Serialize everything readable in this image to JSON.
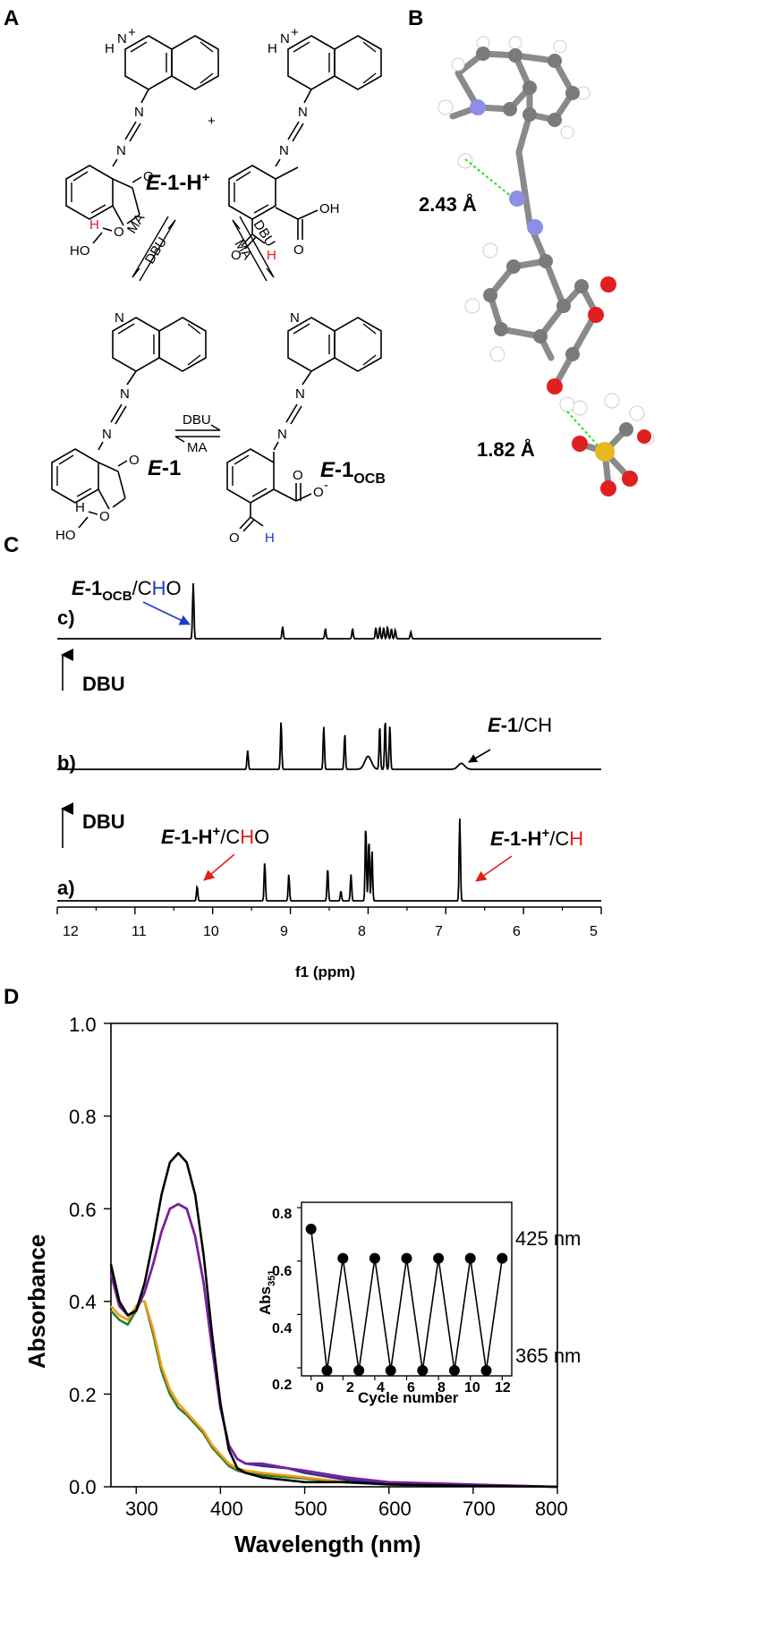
{
  "panels": {
    "A": "A",
    "B": "B",
    "C": "C",
    "D": "D"
  },
  "scheme": {
    "plus": "+",
    "compounds": {
      "eh_pre": "E",
      "eh_num": "-1-H",
      "eh_sup": "+",
      "e1_pre": "E",
      "e1_num": "-1",
      "ocb_pre": "E",
      "ocb_num": "-1",
      "ocb_sub": "OCB"
    },
    "atoms": {
      "H_N": "H",
      "N_plus": "N",
      "plus_sign": "+",
      "N": "N",
      "O": "O",
      "OH": "OH",
      "HO": "HO",
      "H": "H",
      "O_minus": "O",
      "minus": "-"
    },
    "arrows": {
      "left_top": "MA",
      "left_bottom": "DBU",
      "right_top": "DBU",
      "right_bottom": "MA",
      "mid_top": "DBU",
      "mid_bottom": "MA"
    }
  },
  "crystal": {
    "dist_top": "2.43 Å",
    "dist_bottom": "1.82 Å"
  },
  "nmr": {
    "xlabel": "f1 (ppm)",
    "ticks": [
      "12",
      "11",
      "10",
      "9",
      "8",
      "7",
      "6",
      "5"
    ],
    "traces": {
      "c": "c)",
      "b": "b)",
      "a": "a)"
    },
    "steps": {
      "upper": "DBU",
      "lower": "DBU"
    },
    "annotations": {
      "c_pre": "E",
      "c_num": "-1",
      "c_sub": "OCB",
      "c_slash": "/C",
      "c_H": "H",
      "c_O": "O",
      "b_pre": "E",
      "b_num": "-1",
      "b_rest": "/CH",
      "a1_pre": "E",
      "a1_num": "-1-H",
      "a1_sup": "+",
      "a1_slash": "/C",
      "a1_H": "H",
      "a1_O": "O",
      "a2_pre": "E",
      "a2_num": "-1-H",
      "a2_sup": "+",
      "a2_slash": "/C",
      "a2_H": "H"
    },
    "colors": {
      "blue": "#1a3cc8",
      "red": "#e0201c"
    },
    "chart_data": {
      "type": "line",
      "xlabel": "f1 (ppm)",
      "xlim": [
        12,
        5
      ],
      "x_reversed": true,
      "series": [
        {
          "name": "c)",
          "peaks": [
            [
              10.25,
              1.0
            ],
            [
              9.1,
              0.22
            ],
            [
              8.55,
              0.18
            ],
            [
              8.2,
              0.18
            ],
            [
              7.9,
              0.2
            ],
            [
              7.85,
              0.21
            ],
            [
              7.8,
              0.2
            ],
            [
              7.75,
              0.22
            ],
            [
              7.7,
              0.18
            ],
            [
              7.65,
              0.16
            ],
            [
              7.45,
              0.12
            ]
          ]
        },
        {
          "name": "b)",
          "peaks": [
            [
              9.55,
              0.32
            ],
            [
              9.12,
              0.82
            ],
            [
              8.57,
              0.72
            ],
            [
              8.3,
              0.6
            ],
            [
              8.0,
              0.22
            ],
            [
              7.85,
              0.75
            ],
            [
              7.78,
              0.85
            ],
            [
              7.72,
              0.75
            ],
            [
              6.8,
              0.1
            ]
          ]
        },
        {
          "name": "a)",
          "peaks": [
            [
              10.2,
              0.18
            ],
            [
              9.33,
              0.47
            ],
            [
              9.02,
              0.32
            ],
            [
              8.52,
              0.4
            ],
            [
              8.35,
              0.12
            ],
            [
              8.22,
              0.32
            ],
            [
              8.03,
              0.92
            ],
            [
              7.99,
              0.75
            ],
            [
              7.95,
              0.62
            ],
            [
              6.82,
              1.0
            ]
          ]
        }
      ]
    }
  },
  "uv": {
    "xlabel": "Wavelength (nm)",
    "ylabel": "Absorbance",
    "xticks": [
      "300",
      "400",
      "500",
      "600",
      "700",
      "800"
    ],
    "yticks": [
      "0.0",
      "0.2",
      "0.4",
      "0.6",
      "0.8",
      "1.0"
    ],
    "chart_data": {
      "type": "line",
      "xlabel": "Wavelength (nm)",
      "ylabel": "Absorbance",
      "xlim": [
        270,
        800
      ],
      "ylim": [
        0,
        1.0
      ],
      "series": [
        {
          "color": "#000000",
          "x": [
            270,
            280,
            290,
            300,
            310,
            320,
            330,
            340,
            350,
            360,
            370,
            380,
            390,
            400,
            410,
            420,
            430,
            450,
            500,
            550,
            600,
            700,
            800
          ],
          "y": [
            0.48,
            0.4,
            0.37,
            0.38,
            0.44,
            0.53,
            0.63,
            0.7,
            0.72,
            0.7,
            0.63,
            0.5,
            0.33,
            0.18,
            0.08,
            0.04,
            0.03,
            0.02,
            0.01,
            0.01,
            0.005,
            0.002,
            0.0
          ]
        },
        {
          "color": "#7b1fa2",
          "x": [
            270,
            280,
            290,
            300,
            310,
            320,
            330,
            340,
            350,
            360,
            370,
            380,
            390,
            400,
            410,
            420,
            430,
            450,
            480,
            500,
            550,
            600,
            700,
            800
          ],
          "y": [
            0.46,
            0.39,
            0.37,
            0.38,
            0.42,
            0.48,
            0.55,
            0.6,
            0.61,
            0.6,
            0.54,
            0.44,
            0.3,
            0.17,
            0.09,
            0.06,
            0.05,
            0.05,
            0.04,
            0.035,
            0.02,
            0.01,
            0.005,
            0.0
          ]
        },
        {
          "color": "#2f2f8f",
          "x": [
            270,
            280,
            290,
            300,
            310,
            320,
            330,
            340,
            350,
            360,
            370,
            380,
            390,
            400,
            410,
            420,
            430,
            450,
            480,
            500,
            550,
            600,
            700,
            800
          ],
          "y": [
            0.46,
            0.39,
            0.37,
            0.38,
            0.42,
            0.48,
            0.55,
            0.6,
            0.61,
            0.6,
            0.54,
            0.44,
            0.3,
            0.17,
            0.09,
            0.06,
            0.05,
            0.045,
            0.04,
            0.03,
            0.015,
            0.008,
            0.004,
            0.0
          ]
        },
        {
          "color": "#f39c12",
          "x": [
            270,
            280,
            290,
            300,
            305,
            310,
            320,
            330,
            340,
            350,
            360,
            370,
            380,
            390,
            400,
            410,
            420,
            430,
            450,
            500,
            550,
            600,
            700,
            800
          ],
          "y": [
            0.39,
            0.37,
            0.36,
            0.39,
            0.4,
            0.4,
            0.34,
            0.26,
            0.21,
            0.18,
            0.16,
            0.14,
            0.12,
            0.09,
            0.07,
            0.05,
            0.04,
            0.035,
            0.03,
            0.02,
            0.01,
            0.008,
            0.004,
            0.0
          ]
        },
        {
          "color": "#2e7d32",
          "x": [
            270,
            280,
            290,
            300,
            305,
            310,
            320,
            330,
            340,
            350,
            360,
            370,
            380,
            390,
            400,
            410,
            420,
            430,
            450,
            500,
            550,
            600,
            700,
            800
          ],
          "y": [
            0.38,
            0.36,
            0.35,
            0.38,
            0.4,
            0.4,
            0.33,
            0.25,
            0.2,
            0.17,
            0.155,
            0.135,
            0.115,
            0.085,
            0.065,
            0.045,
            0.035,
            0.03,
            0.025,
            0.018,
            0.009,
            0.006,
            0.003,
            0.0
          ]
        }
      ]
    },
    "inset": {
      "ylabel": "Abs",
      "ylabel_sub": "351",
      "xlabel": "Cycle number",
      "xticks": [
        "0",
        "2",
        "4",
        "6",
        "8",
        "10",
        "12"
      ],
      "yticks": [
        "0.2",
        "0.4",
        "0.6",
        "0.8"
      ],
      "label_high": "425 nm",
      "label_low": "365 nm",
      "chart_data": {
        "type": "line",
        "xlabel": "Cycle number",
        "ylabel": "Abs351",
        "xlim": [
          -0.6,
          12.6
        ],
        "ylim": [
          0.17,
          0.82
        ],
        "x": [
          0,
          1,
          2,
          3,
          4,
          5,
          6,
          7,
          8,
          9,
          10,
          11,
          12
        ],
        "y": [
          0.72,
          0.19,
          0.61,
          0.19,
          0.61,
          0.19,
          0.61,
          0.19,
          0.61,
          0.19,
          0.61,
          0.19,
          0.61
        ]
      }
    }
  }
}
